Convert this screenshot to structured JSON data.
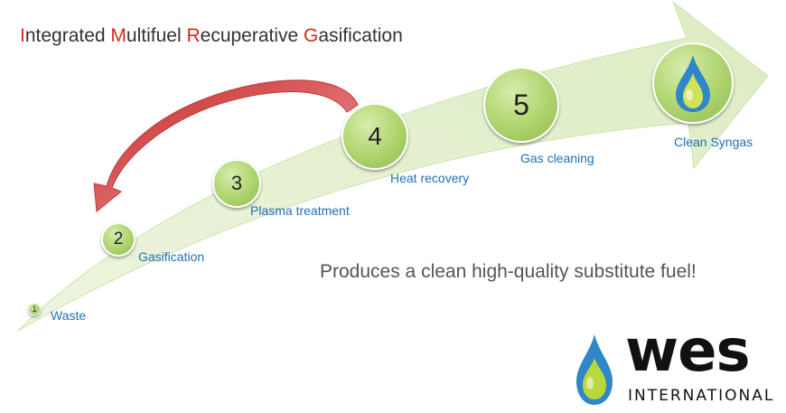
{
  "title": {
    "parts": [
      {
        "accent": "I",
        "rest": "ntegrated "
      },
      {
        "accent": "M",
        "rest": "ultifuel "
      },
      {
        "accent": "R",
        "rest": "ecuperative "
      },
      {
        "accent": "G",
        "rest": "asification"
      }
    ],
    "accent_color": "#d42a1f"
  },
  "steps": [
    {
      "number": "1",
      "label": "Waste"
    },
    {
      "number": "2",
      "label": "Gasification"
    },
    {
      "number": "3",
      "label": "Plasma treatment"
    },
    {
      "number": "4",
      "label": "Heat recovery"
    },
    {
      "number": "5",
      "label": "Gas cleaning"
    },
    {
      "number": "",
      "label": "Clean Syngas",
      "icon": "flame-drop-icon"
    }
  ],
  "tagline": "Produces a clean high-quality substitute fuel!",
  "logo": {
    "name": "wes",
    "subtitle": "INTERNATIONAL",
    "icon": "flame-drop-icon"
  },
  "colors": {
    "arrow_fill": "#e3efcd",
    "circle_green": "#a9d067",
    "label_blue": "#1f6fb8",
    "return_arrow": "#e06060"
  }
}
